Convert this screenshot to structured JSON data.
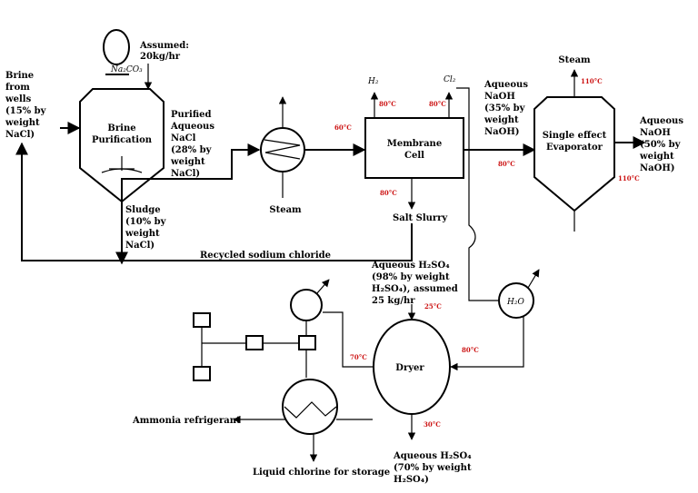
{
  "labels": {
    "assumed": "Assumed:",
    "assumed_rate": "20kg/hr",
    "na2co3": "Na₂CO₃",
    "brine_wells": [
      "Brine",
      "from",
      "wells",
      "(15% by",
      "weight",
      "NaCl)"
    ],
    "brine_purification": [
      "Brine",
      "Purification"
    ],
    "purified_nacl": [
      "Purified",
      "Aqueous",
      "NaCl",
      "(28% by",
      "weight",
      "NaCl)"
    ],
    "sludge": [
      "Sludge",
      "(10% by",
      "weight",
      "NaCl)"
    ],
    "steam_hx": "Steam",
    "membrane_cell": [
      "Membrane",
      "Cell"
    ],
    "h2": "H₂",
    "cl2": "Cl₂",
    "salt_slurry": "Salt Slurry",
    "aqueous_naoh_35": [
      "Aqueous",
      "NaOH",
      "(35% by",
      "weight",
      "NaOH)"
    ],
    "steam_evap": "Steam",
    "single_effect_evaporator": [
      "Single effect",
      "Evaporator"
    ],
    "aqueous_naoh_50": [
      "Aqueous",
      "NaOH",
      "(50% by",
      "weight",
      "NaOH)"
    ],
    "recycled_nacl": "Recycled sodium chloride",
    "h2so4_98": [
      "Aqueous H₂SO₄",
      "(98% by weight",
      "H₂SO₄), assumed",
      "25 kg/hr"
    ],
    "h2o": "H₂O",
    "dryer": "Dryer",
    "ammonia_refrigerant": "Ammonia refrigerant",
    "liquid_chlorine": "Liquid chlorine for storage",
    "h2so4_70": [
      "Aqueous H₂SO₄",
      "(70% by weight",
      "H₂SO₄)"
    ]
  },
  "temperatures": {
    "t_60_in": "60°C",
    "t_80_h2": "80°C",
    "t_80_cl2": "80°C",
    "t_80_naoh": "80°C",
    "t_80_slurry": "80°C",
    "t_110_steam": "110°C",
    "t_110_naoh": "110°C",
    "t_25_acid": "25°C",
    "t_80_dryer": "80°C",
    "t_70_dryer": "70°C",
    "t_30_acid": "30°C"
  },
  "colors": {
    "line": "#000000",
    "temperature": "#cc1111",
    "background": "#ffffff"
  }
}
